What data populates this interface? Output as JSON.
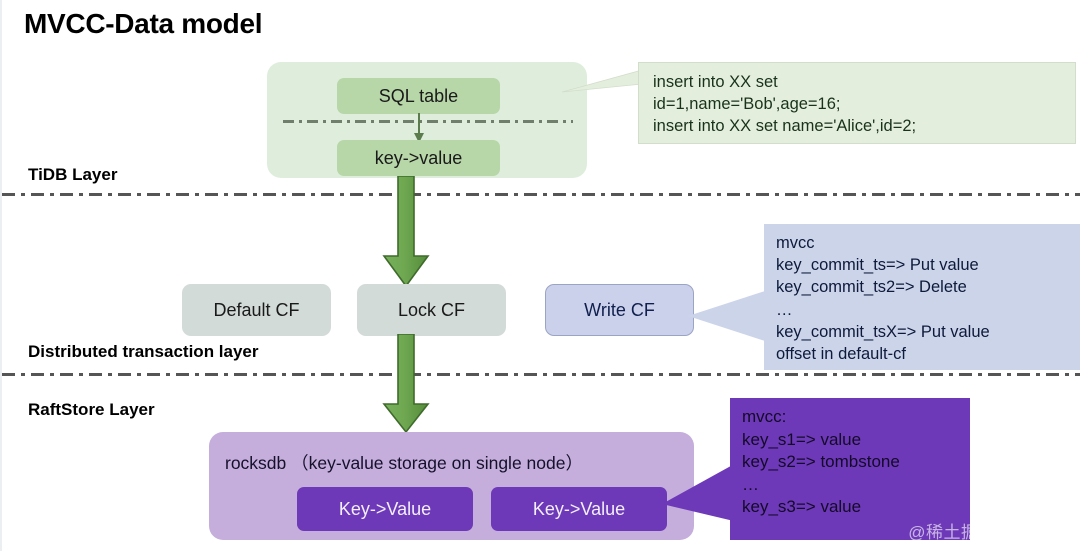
{
  "title": "MVCC-Data model",
  "layers": [
    {
      "id": "tidb",
      "label": "TiDB Layer"
    },
    {
      "id": "txn",
      "label": "Distributed transaction layer"
    },
    {
      "id": "raft",
      "label": "RaftStore Layer"
    }
  ],
  "tidb_group": {
    "sql_table": "SQL table",
    "key_value": "key->value"
  },
  "callouts": {
    "sql": "insert into XX set\nid=1,name='Bob',age=16;\ninsert into XX set name='Alice',id=2;",
    "mvcc_write": "mvcc\nkey_commit_ts=> Put value\nkey_commit_ts2=> Delete\n…\nkey_commit_tsX=> Put value\noffset in default-cf",
    "mvcc_rocksdb": "mvcc:\nkey_s1=> value\nkey_s2=> tombstone\n…\nkey_s3=> value"
  },
  "cf_boxes": [
    {
      "id": "default",
      "label": "Default CF"
    },
    {
      "id": "lock",
      "label": "Lock CF"
    },
    {
      "id": "write",
      "label": "Write CF"
    }
  ],
  "rocksdb": {
    "caption": "rocksdb （key-value storage on single node）",
    "kv_boxes": [
      "Key->Value",
      "Key->Value"
    ]
  },
  "watermark": "@稀土掘金技术社区",
  "colors": {
    "green_fill": "#b7d7a8",
    "green_group": "#dfeedc",
    "green_arrow": "#62a24a",
    "cf_gray": "#d2dbd8",
    "write_cf_blue": "#ccd1eb",
    "purple_dark": "#6d39b8",
    "purple_light": "#c5aedb",
    "callout_green": "#e4eedd",
    "callout_blue": "#ccd4ea"
  }
}
